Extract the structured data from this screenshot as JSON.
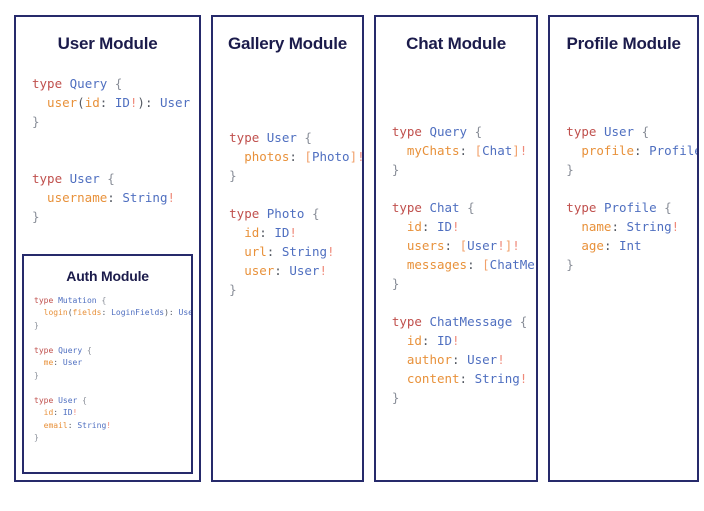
{
  "modules": [
    {
      "title": "User Module",
      "code_lines": [
        [
          {
            "t": "type ",
            "c": "k"
          },
          {
            "t": "Query",
            "c": "t"
          },
          {
            "t": " {",
            "c": "b"
          }
        ],
        [
          {
            "t": "  user",
            "c": "f"
          },
          {
            "t": "(",
            "c": "c"
          },
          {
            "t": "id",
            "c": "f"
          },
          {
            "t": ": ",
            "c": "c"
          },
          {
            "t": "ID",
            "c": "t"
          },
          {
            "t": "!",
            "c": "x"
          },
          {
            "t": ")",
            "c": "c"
          },
          {
            "t": ": ",
            "c": "c"
          },
          {
            "t": "User",
            "c": "t"
          }
        ],
        [
          {
            "t": "}",
            "c": "b"
          }
        ],
        [
          {
            "t": "",
            "c": "c"
          }
        ],
        [
          {
            "t": "",
            "c": "c"
          }
        ],
        [
          {
            "t": "type ",
            "c": "k"
          },
          {
            "t": "User",
            "c": "t"
          },
          {
            "t": " {",
            "c": "b"
          }
        ],
        [
          {
            "t": "  username",
            "c": "f"
          },
          {
            "t": ": ",
            "c": "c"
          },
          {
            "t": "String",
            "c": "t"
          },
          {
            "t": "!",
            "c": "x"
          }
        ],
        [
          {
            "t": "}",
            "c": "b"
          }
        ]
      ],
      "nested": {
        "title": "Auth Module",
        "code_lines": [
          [
            {
              "t": "type ",
              "c": "k"
            },
            {
              "t": "Mutation",
              "c": "t"
            },
            {
              "t": " {",
              "c": "b"
            }
          ],
          [
            {
              "t": "  login",
              "c": "f"
            },
            {
              "t": "(",
              "c": "c"
            },
            {
              "t": "fields",
              "c": "f"
            },
            {
              "t": ": ",
              "c": "c"
            },
            {
              "t": "LoginFields",
              "c": "t"
            },
            {
              "t": ")",
              "c": "c"
            },
            {
              "t": ": ",
              "c": "c"
            },
            {
              "t": "User",
              "c": "t"
            }
          ],
          [
            {
              "t": "}",
              "c": "b"
            }
          ],
          [
            {
              "t": "",
              "c": "c"
            }
          ],
          [
            {
              "t": "type ",
              "c": "k"
            },
            {
              "t": "Query",
              "c": "t"
            },
            {
              "t": " {",
              "c": "b"
            }
          ],
          [
            {
              "t": "  me",
              "c": "f"
            },
            {
              "t": ": ",
              "c": "c"
            },
            {
              "t": "User",
              "c": "t"
            }
          ],
          [
            {
              "t": "}",
              "c": "b"
            }
          ],
          [
            {
              "t": "",
              "c": "c"
            }
          ],
          [
            {
              "t": "type ",
              "c": "k"
            },
            {
              "t": "User",
              "c": "t"
            },
            {
              "t": " {",
              "c": "b"
            }
          ],
          [
            {
              "t": "  id",
              "c": "f"
            },
            {
              "t": ": ",
              "c": "c"
            },
            {
              "t": "ID",
              "c": "t"
            },
            {
              "t": "!",
              "c": "x"
            }
          ],
          [
            {
              "t": "  email",
              "c": "f"
            },
            {
              "t": ": ",
              "c": "c"
            },
            {
              "t": "String",
              "c": "t"
            },
            {
              "t": "!",
              "c": "x"
            }
          ],
          [
            {
              "t": "}",
              "c": "b"
            }
          ]
        ]
      }
    },
    {
      "title": "Gallery Module",
      "code_lines": [
        [
          {
            "t": "type ",
            "c": "k"
          },
          {
            "t": "User",
            "c": "t"
          },
          {
            "t": " {",
            "c": "b"
          }
        ],
        [
          {
            "t": "  photos",
            "c": "f"
          },
          {
            "t": ": ",
            "c": "c"
          },
          {
            "t": "[",
            "c": "p"
          },
          {
            "t": "Photo",
            "c": "t"
          },
          {
            "t": "]",
            "c": "p"
          },
          {
            "t": "!",
            "c": "x"
          }
        ],
        [
          {
            "t": "}",
            "c": "b"
          }
        ],
        [
          {
            "t": "",
            "c": "c"
          }
        ],
        [
          {
            "t": "type ",
            "c": "k"
          },
          {
            "t": "Photo",
            "c": "t"
          },
          {
            "t": " {",
            "c": "b"
          }
        ],
        [
          {
            "t": "  id",
            "c": "f"
          },
          {
            "t": ": ",
            "c": "c"
          },
          {
            "t": "ID",
            "c": "t"
          },
          {
            "t": "!",
            "c": "x"
          }
        ],
        [
          {
            "t": "  url",
            "c": "f"
          },
          {
            "t": ": ",
            "c": "c"
          },
          {
            "t": "String",
            "c": "t"
          },
          {
            "t": "!",
            "c": "x"
          }
        ],
        [
          {
            "t": "  user",
            "c": "f"
          },
          {
            "t": ": ",
            "c": "c"
          },
          {
            "t": "User",
            "c": "t"
          },
          {
            "t": "!",
            "c": "x"
          }
        ],
        [
          {
            "t": "}",
            "c": "b"
          }
        ]
      ],
      "nested": null
    },
    {
      "title": "Chat Module",
      "code_lines": [
        [
          {
            "t": "type ",
            "c": "k"
          },
          {
            "t": "Query",
            "c": "t"
          },
          {
            "t": " {",
            "c": "b"
          }
        ],
        [
          {
            "t": "  myChats",
            "c": "f"
          },
          {
            "t": ": ",
            "c": "c"
          },
          {
            "t": "[",
            "c": "p"
          },
          {
            "t": "Chat",
            "c": "t"
          },
          {
            "t": "]",
            "c": "p"
          },
          {
            "t": "!",
            "c": "x"
          }
        ],
        [
          {
            "t": "}",
            "c": "b"
          }
        ],
        [
          {
            "t": "",
            "c": "c"
          }
        ],
        [
          {
            "t": "type ",
            "c": "k"
          },
          {
            "t": "Chat",
            "c": "t"
          },
          {
            "t": " {",
            "c": "b"
          }
        ],
        [
          {
            "t": "  id",
            "c": "f"
          },
          {
            "t": ": ",
            "c": "c"
          },
          {
            "t": "ID",
            "c": "t"
          },
          {
            "t": "!",
            "c": "x"
          }
        ],
        [
          {
            "t": "  users",
            "c": "f"
          },
          {
            "t": ": ",
            "c": "c"
          },
          {
            "t": "[",
            "c": "p"
          },
          {
            "t": "User",
            "c": "t"
          },
          {
            "t": "!",
            "c": "x"
          },
          {
            "t": "]",
            "c": "p"
          },
          {
            "t": "!",
            "c": "x"
          }
        ],
        [
          {
            "t": "  messages",
            "c": "f"
          },
          {
            "t": ": ",
            "c": "c"
          },
          {
            "t": "[",
            "c": "p"
          },
          {
            "t": "ChatMessage",
            "c": "t"
          },
          {
            "t": "]",
            "c": "p"
          },
          {
            "t": "!",
            "c": "x"
          }
        ],
        [
          {
            "t": "}",
            "c": "b"
          }
        ],
        [
          {
            "t": "",
            "c": "c"
          }
        ],
        [
          {
            "t": "type ",
            "c": "k"
          },
          {
            "t": "ChatMessage",
            "c": "t"
          },
          {
            "t": " {",
            "c": "b"
          }
        ],
        [
          {
            "t": "  id",
            "c": "f"
          },
          {
            "t": ": ",
            "c": "c"
          },
          {
            "t": "ID",
            "c": "t"
          },
          {
            "t": "!",
            "c": "x"
          }
        ],
        [
          {
            "t": "  author",
            "c": "f"
          },
          {
            "t": ": ",
            "c": "c"
          },
          {
            "t": "User",
            "c": "t"
          },
          {
            "t": "!",
            "c": "x"
          }
        ],
        [
          {
            "t": "  content",
            "c": "f"
          },
          {
            "t": ": ",
            "c": "c"
          },
          {
            "t": "String",
            "c": "t"
          },
          {
            "t": "!",
            "c": "x"
          }
        ],
        [
          {
            "t": "}",
            "c": "b"
          }
        ]
      ],
      "nested": null
    },
    {
      "title": "Profile Module",
      "code_lines": [
        [
          {
            "t": "type ",
            "c": "k"
          },
          {
            "t": "User",
            "c": "t"
          },
          {
            "t": " {",
            "c": "b"
          }
        ],
        [
          {
            "t": "  profile",
            "c": "f"
          },
          {
            "t": ": ",
            "c": "c"
          },
          {
            "t": "Profile",
            "c": "t"
          },
          {
            "t": "!",
            "c": "x"
          }
        ],
        [
          {
            "t": "}",
            "c": "b"
          }
        ],
        [
          {
            "t": "",
            "c": "c"
          }
        ],
        [
          {
            "t": "type ",
            "c": "k"
          },
          {
            "t": "Profile",
            "c": "t"
          },
          {
            "t": " {",
            "c": "b"
          }
        ],
        [
          {
            "t": "  name",
            "c": "f"
          },
          {
            "t": ": ",
            "c": "c"
          },
          {
            "t": "String",
            "c": "t"
          },
          {
            "t": "!",
            "c": "x"
          }
        ],
        [
          {
            "t": "  age",
            "c": "f"
          },
          {
            "t": ": ",
            "c": "c"
          },
          {
            "t": "Int",
            "c": "t"
          }
        ],
        [
          {
            "t": "}",
            "c": "b"
          }
        ]
      ],
      "nested": null
    }
  ],
  "colors": {
    "border": "#262a6b",
    "title": "#1b1b4b",
    "keyword": "#c0504d",
    "type": "#4f6fc0",
    "field": "#e8913a",
    "bracket": "#f1a06a",
    "bang": "#ef8a7a",
    "brace": "#8a8f99",
    "background": "#ffffff"
  }
}
